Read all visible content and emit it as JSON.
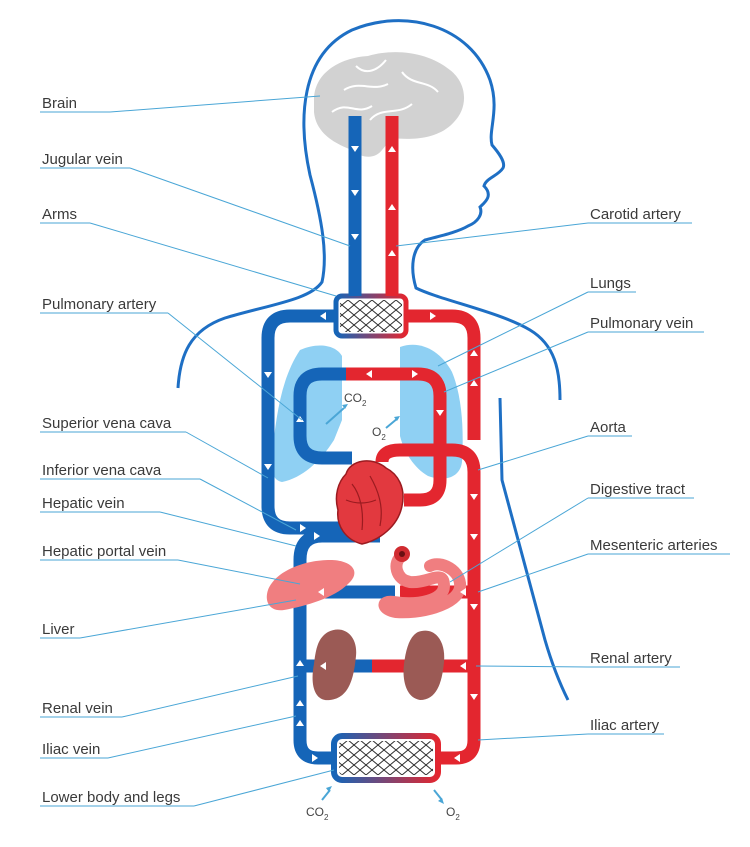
{
  "labels_left": {
    "brain": "Brain",
    "jugular_vein": "Jugular vein",
    "arms": "Arms",
    "pulmonary_artery": "Pulmonary artery",
    "superior_vena_cava": "Superior vena cava",
    "inferior_vena_cava": "Inferior vena cava",
    "hepatic_vein": "Hepatic vein",
    "hepatic_portal_vein": "Hepatic portal vein",
    "liver": "Liver",
    "renal_vein": "Renal vein",
    "iliac_vein": "Iliac vein",
    "lower_body_and_legs": "Lower body and legs"
  },
  "labels_right": {
    "carotid_artery": "Carotid artery",
    "lungs": "Lungs",
    "pulmonary_vein": "Pulmonary vein",
    "aorta": "Aorta",
    "digestive_tract": "Digestive tract",
    "mesenteric_arteries": "Mesenteric arteries",
    "renal_artery": "Renal artery",
    "iliac_artery": "Iliac artery"
  },
  "gas_labels": {
    "lung_co2": "CO",
    "lung_o2": "O",
    "bottom_co2": "CO",
    "bottom_o2": "O",
    "subscript": "2"
  },
  "colors": {
    "vein_blue": "#1565b8",
    "artery_red": "#e3262f",
    "outline_blue": "#1e6fc4",
    "lung_fill": "#8fd0f3",
    "brain_gray": "#d2d2d2",
    "heart_red": "#e2393f",
    "kidney_brown": "#9b5a55",
    "liver_pink": "#f07e80",
    "leader_line": "#4aa6d6",
    "label_text": "#3a3a3a"
  }
}
